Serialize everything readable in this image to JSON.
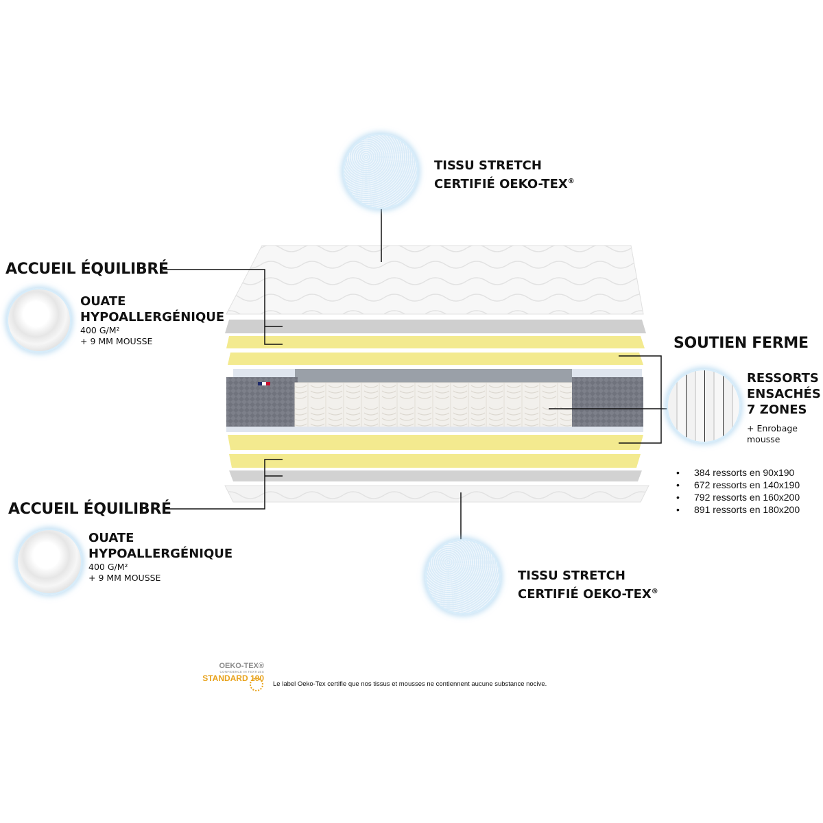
{
  "top_fabric": {
    "title_line1": "TISSU STRETCH",
    "title_line2": "CERTIFIÉ OEKO-TEX",
    "mark": "®"
  },
  "bottom_fabric": {
    "title_line1": "TISSU STRETCH",
    "title_line2": "CERTIFIÉ OEKO-TEX",
    "mark": "®"
  },
  "comfort_top": {
    "heading": "ACCUEIL ÉQUILIBRÉ",
    "label_line1": "OUATE",
    "label_line2": "HYPOALLERGÉNIQUE",
    "detail_line1": "400 G/M²",
    "detail_line2": "+ 9 MM MOUSSE"
  },
  "comfort_bottom": {
    "heading": "ACCUEIL ÉQUILIBRÉ",
    "label_line1": "OUATE",
    "label_line2": "HYPOALLERGÉNIQUE",
    "detail_line1": "400 G/M²",
    "detail_line2": "+ 9 MM MOUSSE"
  },
  "support": {
    "heading": "SOUTIEN FERME",
    "label_line1": "RESSORTS",
    "label_line2": "ENSACHÉS",
    "label_line3": "7 ZONES",
    "detail_line1": "+ Enrobage",
    "detail_line2": "mousse",
    "spring_counts": [
      "384 ressorts en 90x190",
      "672 ressorts en 140x190",
      "792 ressorts en 160x200",
      "891 ressorts en 180x200"
    ]
  },
  "footer": {
    "logo_line1": "OEKO-TEX®",
    "logo_line2": "CONFIDENCE IN TEXTILES",
    "logo_line3": "STANDARD 100",
    "note": "Le label Oeko-Tex certifie que nos tissus et mousses ne contiennent aucune substance nocive."
  },
  "colors": {
    "foam": "#f3ea8f",
    "grey_layer": "#cfcfcf",
    "dark_side": "#6b6e78",
    "accent_orange": "#e8a21b"
  }
}
